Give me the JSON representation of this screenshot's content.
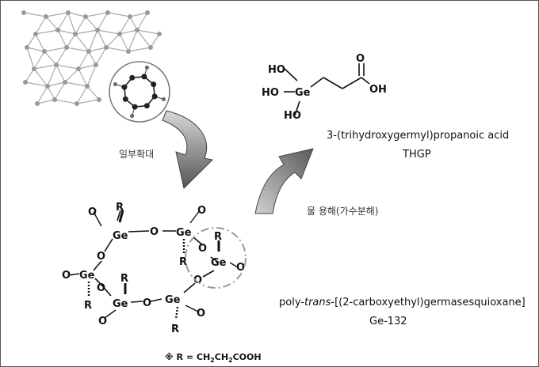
{
  "top_molecule": {
    "atoms": {
      "ge": "Ge",
      "ho1": "HO",
      "ho2": "HO",
      "ho3": "HO",
      "o": "O",
      "oh": "OH"
    },
    "name": "3-(trihydroxygermyl)propanoic acid",
    "abbrev": "THGP"
  },
  "zoom_label": "일부확대",
  "hydrolysis_label": "물 용해(가수분해)",
  "polymer": {
    "name_prefix": "poly-",
    "name_italic": "trans",
    "name_suffix": "-[(2-carboxyethyl)germasesquioxane]",
    "code": "Ge-132",
    "atoms": {
      "ge": "Ge",
      "o": "O",
      "r": "R"
    }
  },
  "footnote": {
    "mark": "※",
    "lhs": "R = CH",
    "sub1": "2",
    "mid": "CH",
    "sub2": "2",
    "rhs": "COOH"
  },
  "colors": {
    "frame": "#555555",
    "arrow_dark": "#555555",
    "arrow_light": "#bbbbbb",
    "lattice": "#aaaaaa",
    "lattice_dark": "#222222",
    "dash_circle": "#999999"
  }
}
